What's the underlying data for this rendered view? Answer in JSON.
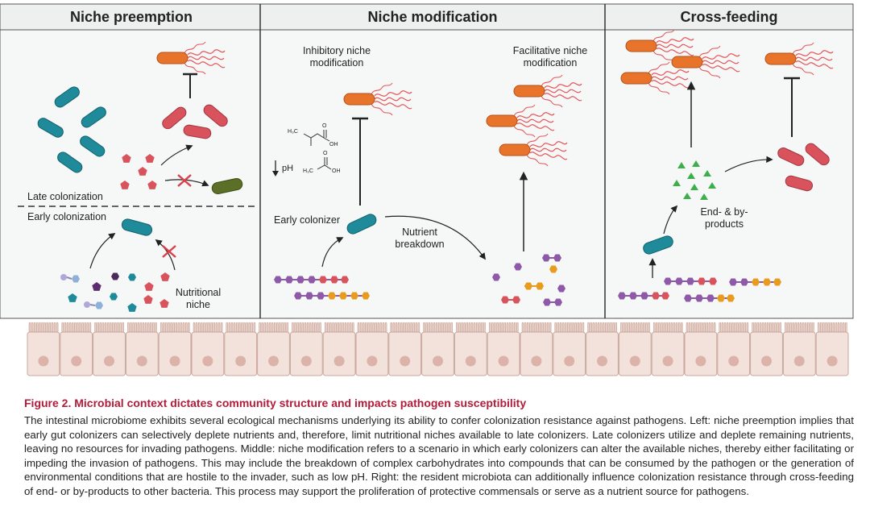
{
  "panels": {
    "left": {
      "title": "Niche preemption",
      "late_label": "Late colonization",
      "early_label": "Early colonization",
      "niche_label_1": "Nutritional",
      "niche_label_2": "niche"
    },
    "middle": {
      "title": "Niche modification",
      "inhibitory_1": "Inhibitory niche",
      "inhibitory_2": "modification",
      "facilitative_1": "Facilitative niche",
      "facilitative_2": "modification",
      "ph_label": "pH",
      "early_colonizer": "Early colonizer",
      "nutrient_1": "Nutrient",
      "nutrient_2": "breakdown",
      "chem_h3c_1": "H₃C",
      "chem_oh_1": "OH",
      "chem_o_1": "O",
      "chem_h3c_2": "H₃C",
      "chem_oh_2": "OH",
      "chem_o_2": "O"
    },
    "right": {
      "title": "Cross-feeding",
      "products_1": "End- & by-",
      "products_2": "products"
    }
  },
  "caption": {
    "title": "Figure 2. Microbial context dictates community structure and impacts pathogen susceptibility",
    "body": "The intestinal microbiome exhibits several ecological mechanisms underlying its ability to confer colonization resistance against pathogens. Left: niche preemption implies that early gut colonizers can selectively deplete nutrients and, therefore, limit nutritional niches available to late colonizers. Late colonizers utilize and deplete remaining nutrients, leaving no resources for invading pathogens. Middle: niche modification refers to a scenario in which early colonizers can alter the available niches, thereby either facilitating or impeding the invasion of pathogens. This may include the breakdown of complex carbohydrates into compounds that can be consumed by the pathogen or the generation of environmental conditions that are hostile to the invader, such as low pH. Right: the resident microbiota can additionally influence colonization resistance through cross-feeding of end- or by-products to other bacteria. This process may support the proliferation of protective commensals or serve as a nutrient source for pathogens."
  },
  "colors": {
    "teal": "#1e8a9a",
    "red_bacteria": "#d9535c",
    "pathogen": "#e8732a",
    "olive": "#5c6f26",
    "caption_title": "#b01c3a",
    "purple": "#8e5aa8",
    "orange": "#e89b1c",
    "green": "#3cae4a",
    "panel_bg": "#f4f6f5"
  },
  "icons": [
    "bacteria-rod-icon",
    "pathogen-flagellated-icon",
    "inhibition-arrow-icon",
    "blocked-cross-icon",
    "nutrient-molecule-icon",
    "epithelium-cell-icon"
  ]
}
